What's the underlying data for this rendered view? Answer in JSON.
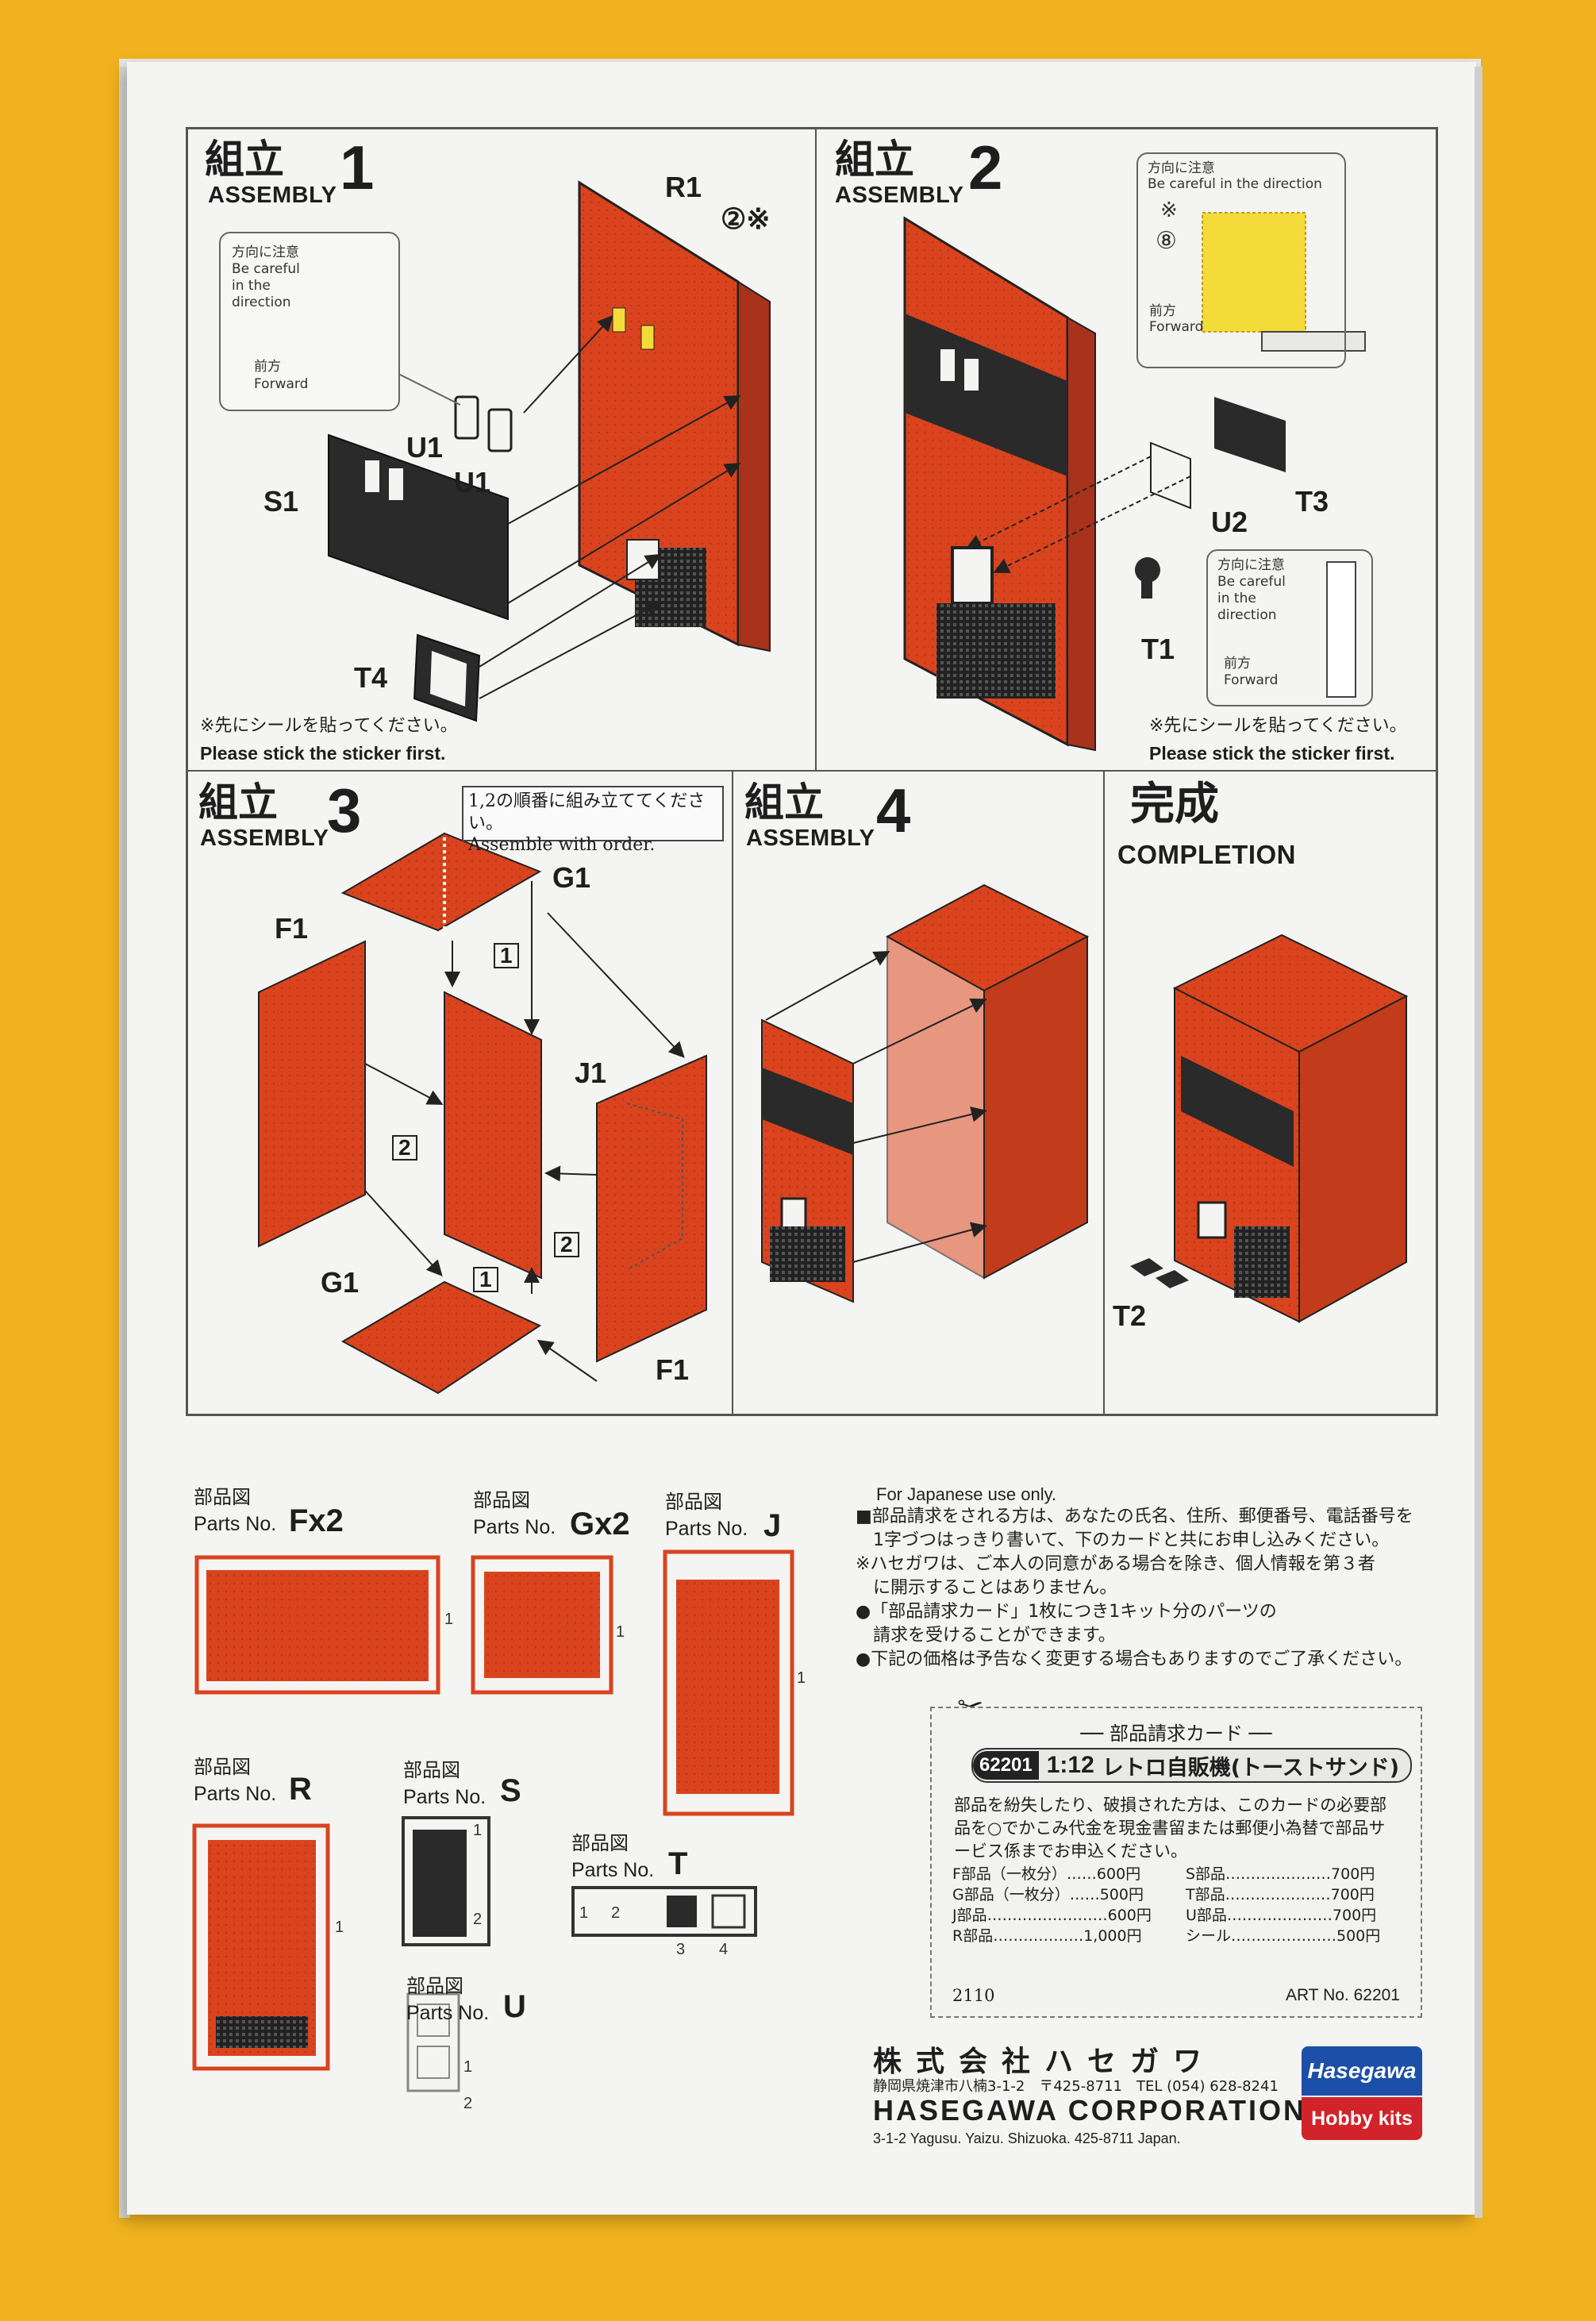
{
  "step1": {
    "title_jp": "組立",
    "title_en": "ASSEMBLY",
    "number": "1",
    "labels": {
      "r1": "R1",
      "circled2": "②※",
      "u1a": "U1",
      "u1b": "U1",
      "s1": "S1",
      "t4": "T4"
    },
    "callout": {
      "jp1": "方向に注意",
      "en1": "Be careful",
      "en2": "in the",
      "en3": "direction",
      "jp2": "前方",
      "en4": "Forward"
    },
    "note_jp": "※先にシールを貼ってください。",
    "note_en": "Please stick the sticker first."
  },
  "step2": {
    "title_jp": "組立",
    "title_en": "ASSEMBLY",
    "number": "2",
    "labels": {
      "u2": "U2",
      "t3": "T3",
      "t1": "T1",
      "circled8": "⑧"
    },
    "callout_top": {
      "jp1": "方向に注意",
      "en1": "Be careful in the direction",
      "mark": "※",
      "jp2": "前方",
      "en2": "Forward"
    },
    "callout_bottom": {
      "jp1": "方向に注意",
      "en1": "Be careful",
      "en2": "in the",
      "en3": "direction",
      "jp2": "前方",
      "en4": "Forward"
    },
    "note_jp": "※先にシールを貼ってください。",
    "note_en": "Please stick the sticker first."
  },
  "step3": {
    "title_jp": "組立",
    "title_en": "ASSEMBLY",
    "number": "3",
    "order_jp": "1,2の順番に組み立ててください。",
    "order_en": "Assemble with order.",
    "labels": {
      "g1_top": "G1",
      "g1_bottom": "G1",
      "f1_left": "F1",
      "f1_right": "F1",
      "j1": "J1",
      "o1a": "1",
      "o1b": "1",
      "o2a": "2",
      "o2b": "2"
    }
  },
  "step4": {
    "title_jp": "組立",
    "title_en": "ASSEMBLY",
    "number": "4"
  },
  "completion": {
    "title_jp": "完成",
    "title_en": "COMPLETION",
    "label_t2": "T2"
  },
  "parts": {
    "f": {
      "jp": "部品図",
      "en": "Parts No.",
      "id": "Fx2",
      "num": "1"
    },
    "g": {
      "jp": "部品図",
      "en": "Parts No.",
      "id": "Gx2",
      "num": "1"
    },
    "j": {
      "jp": "部品図",
      "en": "Parts No.",
      "id": "J",
      "num": "1"
    },
    "r": {
      "jp": "部品図",
      "en": "Parts No.",
      "id": "R",
      "num": "1"
    },
    "s": {
      "jp": "部品図",
      "en": "Parts No.",
      "id": "S",
      "num1": "1",
      "num2": "2"
    },
    "t": {
      "jp": "部品図",
      "en": "Parts No.",
      "id": "T",
      "n1": "1",
      "n2": "2",
      "n3": "3",
      "n4": "4"
    },
    "u": {
      "jp": "部品図",
      "en": "Parts No.",
      "id": "U",
      "num1": "1",
      "num2": "2"
    }
  },
  "info": {
    "use_only": "For Japanese use only.",
    "l1": "■部品請求をされる方は、あなたの氏名、住所、郵便番号、電話番号を",
    "l2": "　1字づつはっきり書いて、下のカードと共にお申し込みください。",
    "l3": "※ハセガワは、ご本人の同意がある場合を除き、個人情報を第３者",
    "l4": "　に開示することはありません。",
    "l5": "●「部品請求カード」1枚につき1キット分のパーツの",
    "l6": "　請求を受けることができます。",
    "l7": "●下記の価格は予告なく変更する場合もありますのでご了承ください。"
  },
  "card": {
    "header": "── 部品請求カード ──",
    "code": "62201",
    "scale": "1:12",
    "product": "レトロ自販機(トーストサンド)",
    "d1": "部品を紛失したり、破損された方は、このカードの必要部",
    "d2": "品を○でかこみ代金を現金書留または郵便小為替で部品サ",
    "d3": "ービス係までお申込ください。",
    "prices_left": [
      "F部品（一枚分）……600円",
      "G部品（一枚分）……500円",
      "J部品……………………600円",
      "R部品………………1,000円"
    ],
    "prices_right": [
      "S部品…………………700円",
      "T部品…………………700円",
      "U部品…………………700円",
      "シール…………………500円"
    ],
    "footer_left": "2110",
    "footer_right": "ART No. 62201"
  },
  "corp": {
    "jp": "株式会社ハセガワ",
    "addr_jp": "静岡県焼津市八楠3-1-2　〒425-8711　TEL (054) 628-8241",
    "en": "HASEGAWA  CORPORATION",
    "addr_en": "3-1-2 Yagusu. Yaizu. Shizuoka. 425-8711 Japan.",
    "logo_top": "Hasegawa",
    "logo_bottom": "Hobby kits"
  },
  "colors": {
    "box": "#f0b21e",
    "part_red": "#d9441f",
    "part_dark": "#2a2a2a",
    "sticker": "#f3dc3a"
  }
}
